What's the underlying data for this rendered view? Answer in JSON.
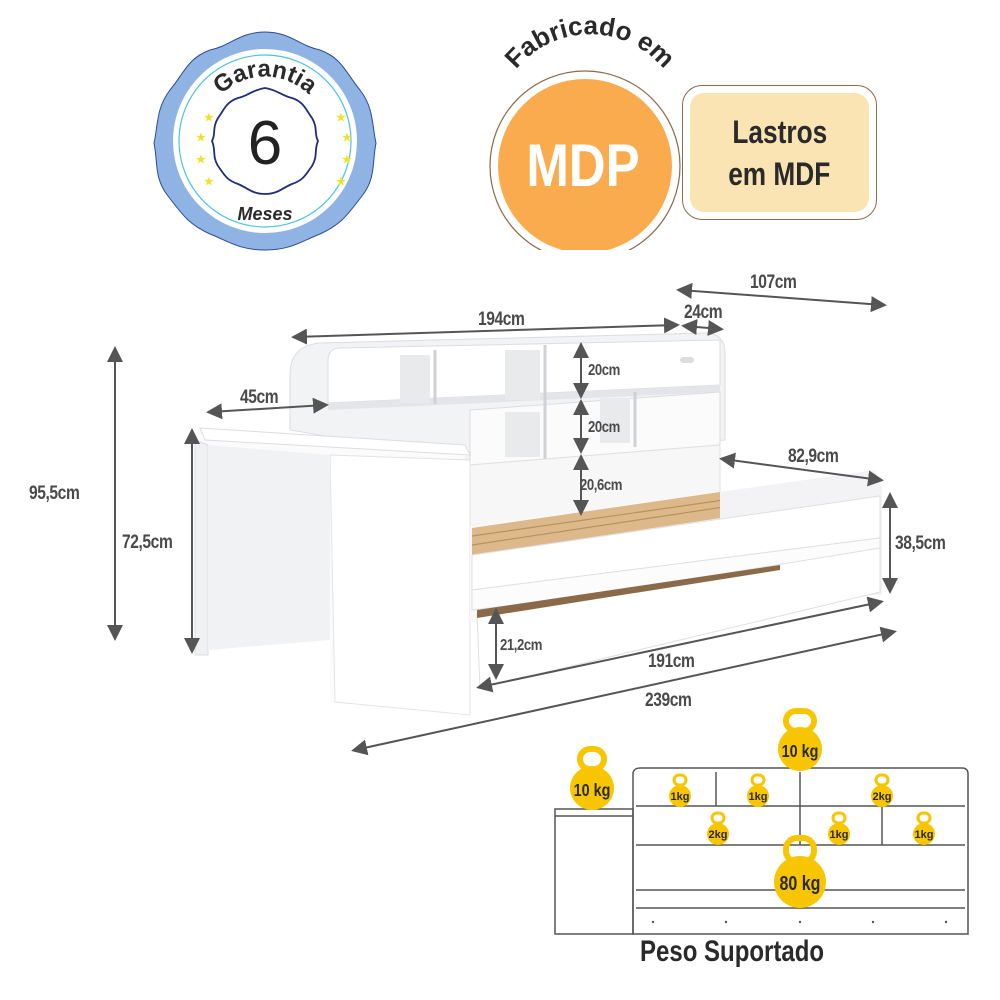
{
  "badges": {
    "warranty": {
      "top_text": "Garantia",
      "number": "6",
      "bottom_text": "Meses",
      "colors": {
        "outer": "#8fb3e3",
        "inner_wave": "#1f2d7a",
        "ring": "#4cc4e0",
        "stars": "#f2e12c"
      }
    },
    "material": {
      "arc_text": "Fabricado em",
      "main_text": "MDP",
      "color": "#f9ab4e"
    },
    "lastros": {
      "line1": "Lastros",
      "line2": "em MDF",
      "color": "#fbe4b4"
    }
  },
  "dimensions": {
    "total_height": "95,5cm",
    "desk_height": "72,5cm",
    "desk_depth": "45cm",
    "shelf_length": "194cm",
    "shelf_depth": "24cm",
    "total_depth": "107cm",
    "shelf_row1_height": "20cm",
    "shelf_row2_height": "20cm",
    "headboard_gap": "20,6cm",
    "bed_width": "82,9cm",
    "bed_height": "38,5cm",
    "trundle_height": "21,2cm",
    "bed_length": "191cm",
    "total_length": "239cm"
  },
  "weight_diagram": {
    "title": "Peso Suportado",
    "color": "#f7c600",
    "weights": {
      "desk_top": "10 kg",
      "shelf_top": "10 kg",
      "row1_a": "1kg",
      "row1_b": "1kg",
      "row1_c": "2kg",
      "row2_a": "2kg",
      "row2_b": "1kg",
      "row2_c": "1kg",
      "bed": "80 kg"
    }
  }
}
